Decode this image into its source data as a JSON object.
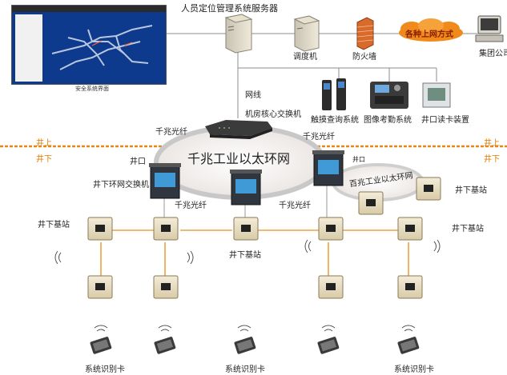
{
  "labels": {
    "server": "人员定位管理系统服务器",
    "dispatch": "调度机",
    "firewall": "防火墙",
    "internet": "各种上网方式",
    "group_pc": "集团公司",
    "network_cable": "网线",
    "core_switch": "机房核心交换机",
    "touch_query": "触摸查询系统",
    "attendance": "图像考勤系统",
    "card_reader": "井口读卡装置",
    "gigabit_fiber_1": "千兆光纤",
    "gigabit_fiber_2": "千兆光纤",
    "gigabit_fiber_3": "千兆光纤",
    "gigabit_fiber_4": "千兆光纤",
    "surface_left": "井上",
    "surface_right": "井上",
    "underground_left": "井下",
    "underground_right": "井下",
    "wellhead_left": "井口",
    "wellhead_right": "井口",
    "ring_switch": "井下环网交换机",
    "gigabit_ring": "千兆工业以太环网",
    "hundred_ring": "百兆工业以太环网",
    "base_station_right_upper": "井下基站",
    "base_station_left": "井下基站",
    "base_station_right": "井下基站",
    "base_station_center": "井下基站",
    "id_card_1": "系统识别卡",
    "id_card_2": "系统识别卡",
    "id_card_3": "系统识别卡",
    "screenshot_title": "安全系统界面"
  },
  "colors": {
    "surface_line": "#e08a1e",
    "cable": "#9a9a9a",
    "orange_link": "#f0a040",
    "ring_fill": "#f1ecea"
  }
}
